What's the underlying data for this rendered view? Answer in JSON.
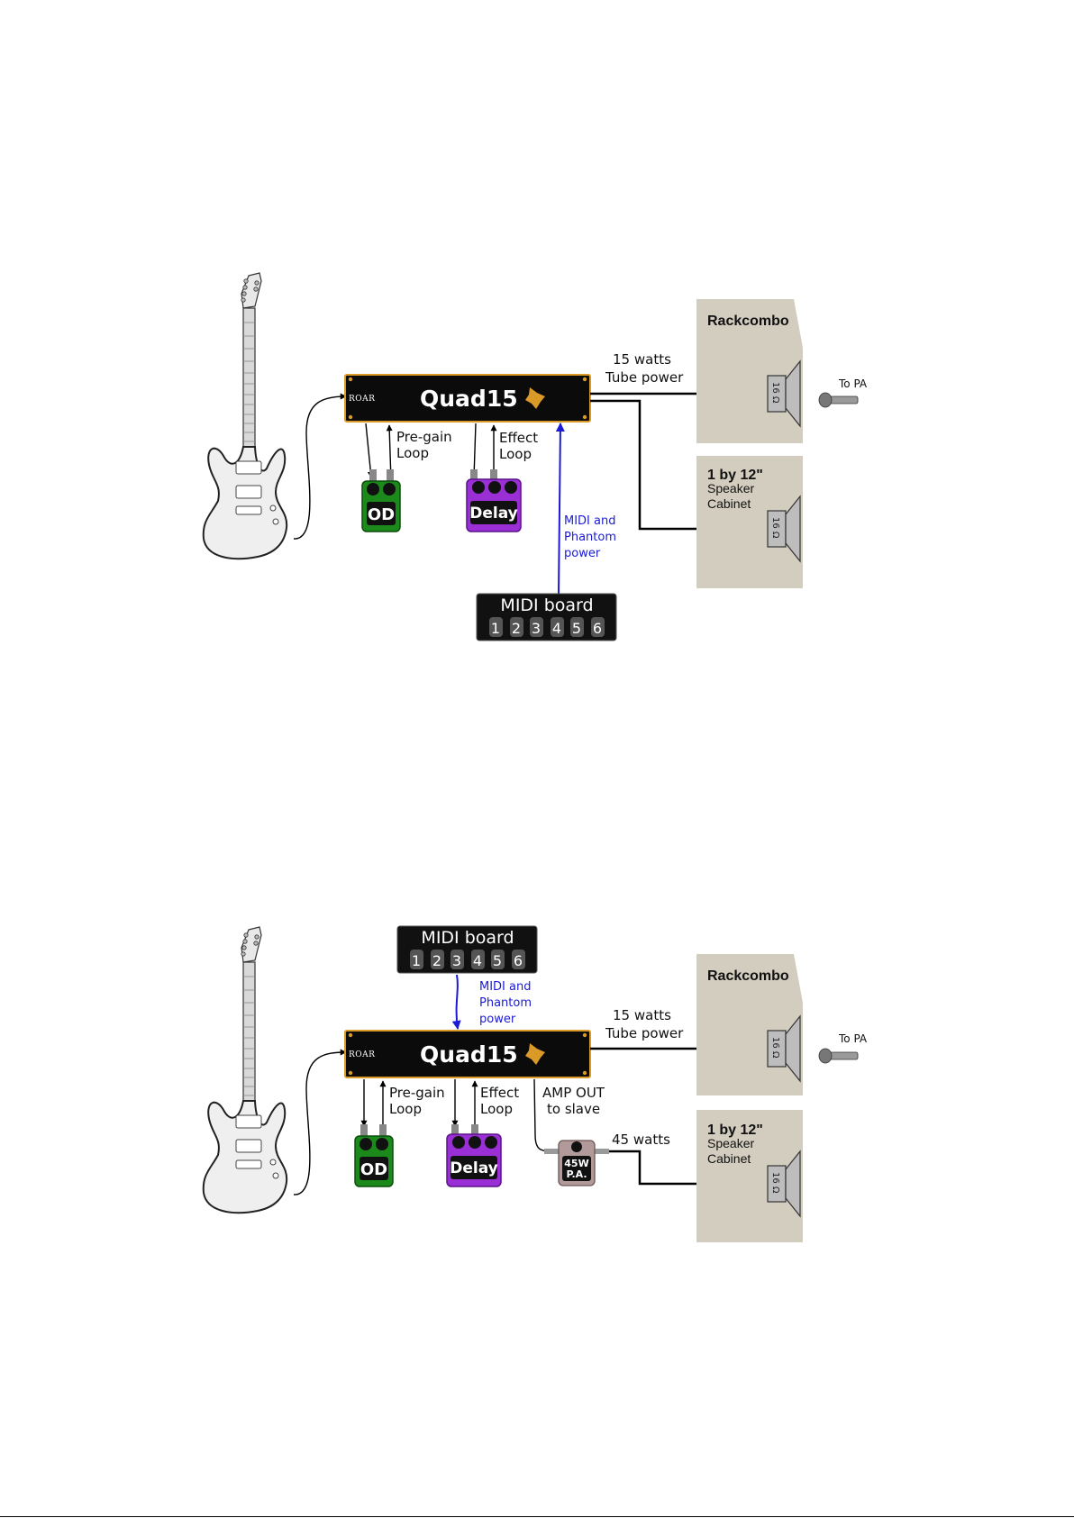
{
  "diagrams": [
    {
      "amp_name": "Quad15",
      "amp_logo": "ROAR",
      "loop_labels": {
        "pre_gain": [
          "Pre-gain",
          "Loop"
        ],
        "effect": [
          "Effect",
          "Loop"
        ]
      },
      "pedals": {
        "od": "OD",
        "delay": "Delay"
      },
      "power_label": [
        "15 watts",
        "Tube power"
      ],
      "midi_label": [
        "MIDI and",
        "Phantom",
        "power"
      ],
      "midi_board": {
        "title": "MIDI board",
        "keys": [
          "1",
          "2",
          "3",
          "4",
          "5",
          "6"
        ]
      },
      "cabinets": [
        {
          "title": "Rackcombo",
          "sub": [],
          "impedance": "16 Ω"
        },
        {
          "title": "1 by 12\"",
          "sub": [
            "Speaker",
            "Cabinet"
          ],
          "impedance": "16 Ω"
        }
      ],
      "to_pa": "To PA"
    },
    {
      "amp_name": "Quad15",
      "amp_logo": "ROAR",
      "loop_labels": {
        "pre_gain": [
          "Pre-gain",
          "Loop"
        ],
        "effect": [
          "Effect",
          "Loop"
        ],
        "amp_out": [
          "AMP OUT",
          "to slave"
        ]
      },
      "pedals": {
        "od": "OD",
        "delay": "Delay"
      },
      "slave": [
        "45W",
        "P.A."
      ],
      "power_label": [
        "15 watts",
        "Tube power"
      ],
      "slave_power": "45 watts",
      "midi_label": [
        "MIDI and",
        "Phantom",
        "power"
      ],
      "midi_board": {
        "title": "MIDI board",
        "keys": [
          "1",
          "2",
          "3",
          "4",
          "5",
          "6"
        ]
      },
      "cabinets": [
        {
          "title": "Rackcombo",
          "sub": [],
          "impedance": "16 Ω"
        },
        {
          "title": "1 by 12\"",
          "sub": [
            "Speaker",
            "Cabinet"
          ],
          "impedance": "16 Ω"
        }
      ],
      "to_pa": "To PA"
    }
  ],
  "colors": {
    "amp_body": "#0b0b0b",
    "amp_trim": "#d99a27",
    "od_pedal": "#1b8a1b",
    "delay_pedal": "#9b2fd6",
    "slave_pedal": "#b39a9a",
    "cabinet": "#d3cdc0",
    "midi_wire": "#1b1bd6"
  }
}
